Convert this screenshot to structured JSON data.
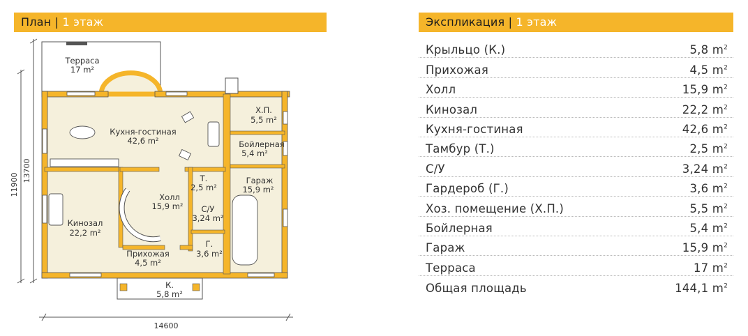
{
  "plan_header": {
    "title": "План",
    "separator": "|",
    "floor": "1 этаж"
  },
  "explication_header": {
    "title": "Экспликация",
    "separator": "|",
    "floor": "1 этаж"
  },
  "unit": "m",
  "unit_exp": "2",
  "plan": {
    "rooms": [
      {
        "name": "Терраса",
        "area": "17 m²"
      },
      {
        "name": "Кухня-гостиная",
        "area": "42,6 m²"
      },
      {
        "name": "Х.П.",
        "area": "5,5 m²"
      },
      {
        "name": "Бойлерная",
        "area": "5,4 m²"
      },
      {
        "name": "Т.",
        "area": "2,5 m²"
      },
      {
        "name": "Гараж",
        "area": "15,9 m²"
      },
      {
        "name": "Холл",
        "area": "15,9 m²"
      },
      {
        "name": "С/У",
        "area": "3,24 m²"
      },
      {
        "name": "Кинозал",
        "area": "22,2 m²"
      },
      {
        "name": "Г.",
        "area": "3,6 m²"
      },
      {
        "name": "Прихожая",
        "area": "4,5 m²"
      },
      {
        "name": "К.",
        "area": "5,8 m²"
      }
    ],
    "dimensions": {
      "width": "14600",
      "height_inner": "13700",
      "height_outer": "11900"
    }
  },
  "explication": {
    "rows": [
      {
        "name": "Крыльцо (К.)",
        "value": "5,8"
      },
      {
        "name": "Прихожая",
        "value": "4,5"
      },
      {
        "name": "Холл",
        "value": "15,9"
      },
      {
        "name": "Кинозал",
        "value": "22,2"
      },
      {
        "name": "Кухня-гостиная",
        "value": "42,6"
      },
      {
        "name": "Тамбур (Т.)",
        "value": "2,5"
      },
      {
        "name": "С/У",
        "value": "3,24"
      },
      {
        "name": "Гардероб (Г.)",
        "value": "3,6"
      },
      {
        "name": "Хоз. помещение (Х.П.)",
        "value": "5,5"
      },
      {
        "name": "Бойлерная",
        "value": "5,4"
      },
      {
        "name": "Гараж",
        "value": "15,9"
      },
      {
        "name": "Терраса",
        "value": "17"
      }
    ],
    "total": {
      "name": "Общая площадь",
      "value": "144,1"
    }
  },
  "colors": {
    "accent": "#f5b52a",
    "wall": "#f5b52a",
    "floor": "#f5f0dc",
    "line": "#555555"
  }
}
